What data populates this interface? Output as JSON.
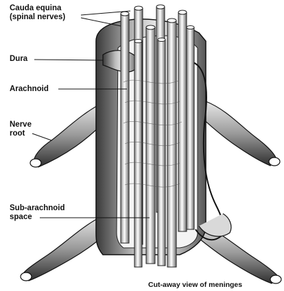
{
  "labels": {
    "cauda_equina": "Cauda equina\n(spinal nerves)",
    "dura": "Dura",
    "arachnoid": "Arachnoid",
    "nerve_root": "Nerve\nroot",
    "subarachnoid": "Sub-arachnoid\nspace"
  },
  "caption": "Cut-away view of meninges"
}
